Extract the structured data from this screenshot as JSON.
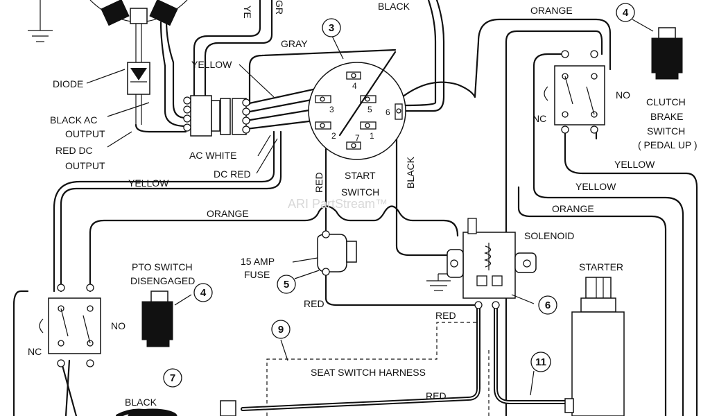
{
  "labels": {
    "wire_ye": "YE",
    "wire_gr": "GR",
    "black_top": "BLACK",
    "orange_top": "ORANGE",
    "gray": "GRAY",
    "yellow_connector": "YELLOW",
    "diode": "DIODE",
    "black_ac_output_1": "BLACK AC",
    "black_ac_output_2": "OUTPUT",
    "red_dc_output_1": "RED DC",
    "red_dc_output_2": "OUTPUT",
    "ac_white": "AC WHITE",
    "dc_red": "DC RED",
    "yellow_left": "YELLOW",
    "start_switch_1": "START",
    "start_switch_2": "SWITCH",
    "red_vertical": "RED",
    "black_vertical": "BLACK",
    "orange_mid": "ORANGE",
    "no_clutch": "NO",
    "nc_clutch": "NC",
    "clutch_1": "CLUTCH",
    "clutch_2": "BRAKE",
    "clutch_3": "SWITCH",
    "clutch_4": "( PEDAL UP )",
    "yellow_r1": "YELLOW",
    "yellow_r2": "YELLOW",
    "orange_r": "ORANGE",
    "solenoid": "SOLENOID",
    "fuse_1": "15 AMP",
    "fuse_2": "FUSE",
    "red_fuse": "RED",
    "starter": "STARTER",
    "pto_1": "PTO SWITCH",
    "pto_2": "DISENGAGED",
    "no_pto": "NO",
    "nc_pto": "NC",
    "red_seat": "RED",
    "seat_harness": "SEAT SWITCH HARNESS",
    "red_bottom": "RED",
    "black_bottom": "BLACK",
    "watermark": "ARI PartStream™"
  },
  "terminal_numbers": {
    "t1": "1",
    "t2": "2",
    "t3": "3",
    "t4": "4",
    "t5": "5",
    "t6": "6",
    "t7": "7"
  },
  "callouts": {
    "c3": "3",
    "c4_clutch": "4",
    "c4_pto": "4",
    "c5": "5",
    "c6": "6",
    "c7": "7",
    "c9": "9",
    "c11": "11"
  }
}
